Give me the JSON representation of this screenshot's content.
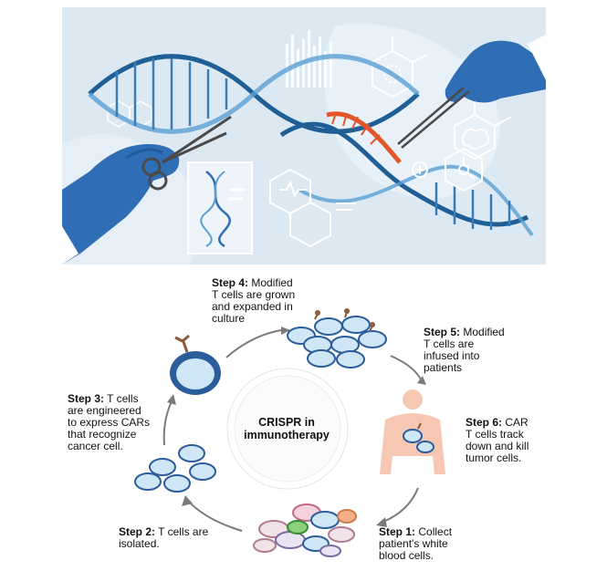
{
  "diagram": {
    "center": {
      "line1": "CRISPR in",
      "line2": "immunotherapy"
    },
    "steps": [
      {
        "label": "Step 1:",
        "lines": [
          "Collect",
          "patient's white",
          "blood cells."
        ]
      },
      {
        "label": "Step 2:",
        "lines": [
          "T cells are",
          "isolated."
        ]
      },
      {
        "label": "Step 3:",
        "lines": [
          "T cells",
          "are engineered",
          "to express CARs",
          "that recognize",
          "cancer cell."
        ]
      },
      {
        "label": "Step 4:",
        "lines": [
          "Modified",
          "T cells are grown",
          "and expanded in",
          "culture"
        ]
      },
      {
        "label": "Step 5:",
        "lines": [
          "Modified",
          "T cells are",
          "infused into",
          "patients"
        ]
      },
      {
        "label": "Step 6:",
        "lines": [
          "CAR",
          "T cells track",
          "down and kill",
          "tumor cells."
        ]
      }
    ]
  },
  "colors": {
    "banner_bg": "#dce9f2",
    "dna_dark": "#1f5f95",
    "dna_light": "#5a9fd2",
    "edited_strand": "#e2562a",
    "glove": "#2f6db4",
    "cell_fill": "#cfe6f7",
    "cell_border": "#2a5d9a",
    "body_fill": "#f6c7b3"
  },
  "icons": [
    "scissors-icon",
    "tweezers-icon",
    "gloved-hand-icon",
    "dna-helix-icon",
    "hexagon-molecule-icon",
    "brain-icon",
    "heart-monitor-icon",
    "plus-icon",
    "cycle-arrow-icon",
    "t-cell-icon",
    "human-body-icon"
  ]
}
